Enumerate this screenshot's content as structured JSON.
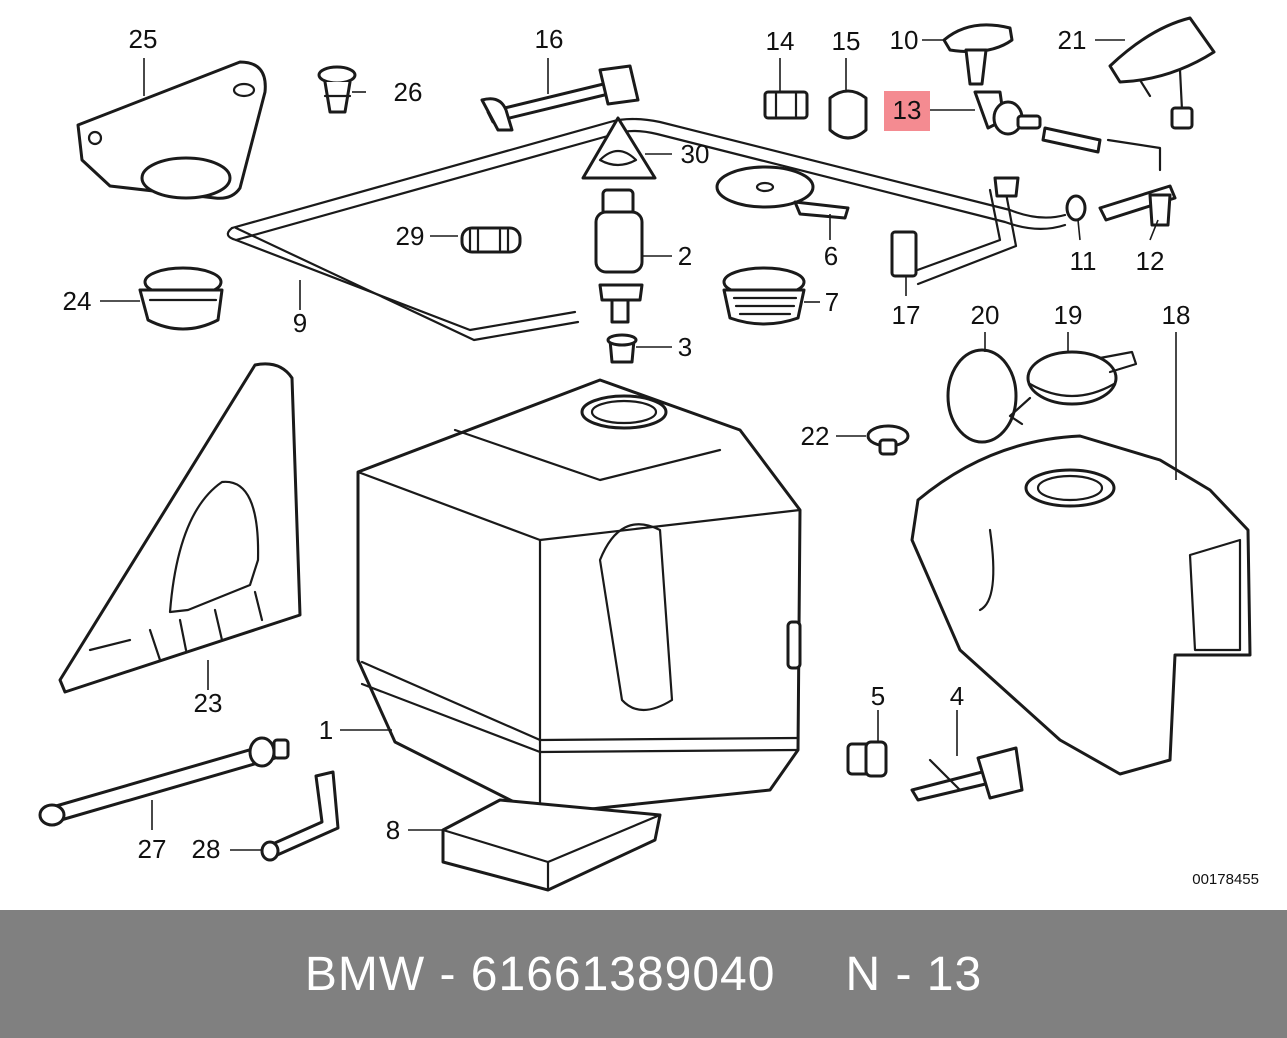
{
  "drawing_number": "00178455",
  "highlighted_part": "13",
  "callouts": {
    "c1": "1",
    "c2": "2",
    "c3": "3",
    "c4": "4",
    "c5": "5",
    "c6": "6",
    "c7": "7",
    "c8": "8",
    "c9": "9",
    "c10": "10",
    "c11": "11",
    "c12": "12",
    "c13": "13",
    "c14": "14",
    "c15": "15",
    "c16": "16",
    "c17": "17",
    "c18": "18",
    "c19": "19",
    "c20": "20",
    "c21": "21",
    "c22": "22",
    "c23": "23",
    "c24": "24",
    "c25": "25",
    "c26": "26",
    "c27": "27",
    "c28": "28",
    "c29": "29",
    "c30": "30"
  },
  "footer": {
    "brand": "BMW",
    "separator": "-",
    "part_number": "61661389040",
    "position_label": "N - 13"
  },
  "colors": {
    "highlight": "#f48b91",
    "footer_background": "#808080",
    "footer_text": "#ffffff"
  }
}
